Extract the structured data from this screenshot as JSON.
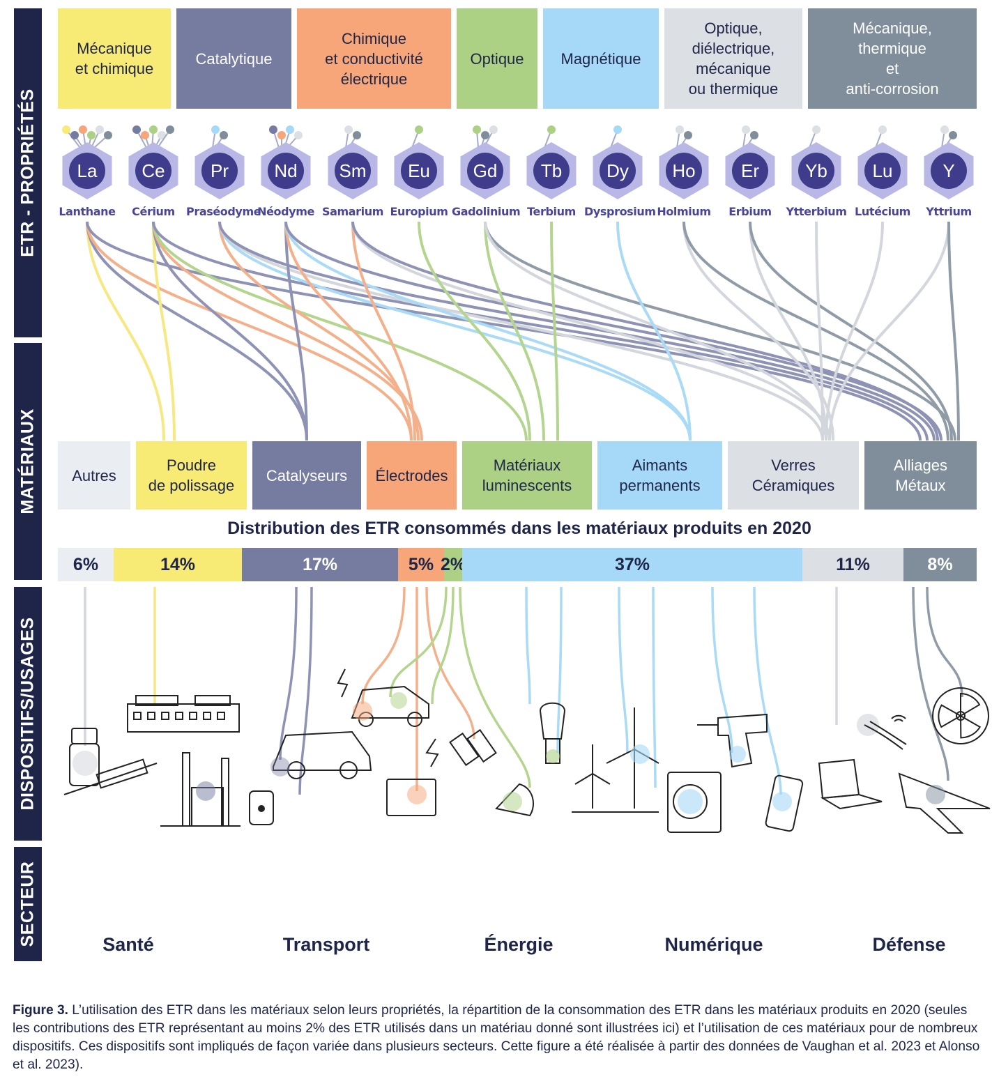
{
  "bands": {
    "etr": "ETR - PROPRIÉTÉS",
    "materiaux": "MATÉRIAUX",
    "dispositifs": "DISPOSITIFS/USAGES",
    "secteur": "SECTEUR"
  },
  "properties": [
    {
      "label": "Mécanique\net chimique",
      "color": "#f7ea75",
      "text_color": "#1e2548"
    },
    {
      "label": "Catalytique",
      "color": "#767ba0",
      "text_color": "#ffffff"
    },
    {
      "label": "Chimique\net conductivité\nélectrique",
      "color": "#f6a679",
      "text_color": "#1e2548"
    },
    {
      "label": "Optique",
      "color": "#acd185",
      "text_color": "#1e2548"
    },
    {
      "label": "Magnétique",
      "color": "#a6d9f7",
      "text_color": "#1e2548"
    },
    {
      "label": "Optique,\ndiélectrique,\nmécanique\nou thermique",
      "color": "#dcdfe4",
      "text_color": "#1e2548"
    },
    {
      "label": "Mécanique,\nthermique\net\nanti-corrosion",
      "color": "#808e9b",
      "text_color": "#ffffff"
    }
  ],
  "elements": [
    {
      "symbol": "La",
      "name": "Lanthane"
    },
    {
      "symbol": "Ce",
      "name": "Cérium"
    },
    {
      "symbol": "Pr",
      "name": "Praséodyme"
    },
    {
      "symbol": "Nd",
      "name": "Néodyme"
    },
    {
      "symbol": "Sm",
      "name": "Samarium"
    },
    {
      "symbol": "Eu",
      "name": "Europium"
    },
    {
      "symbol": "Gd",
      "name": "Gadolinium"
    },
    {
      "symbol": "Tb",
      "name": "Terbium"
    },
    {
      "symbol": "Dy",
      "name": "Dysprosium"
    },
    {
      "symbol": "Ho",
      "name": "Holmium"
    },
    {
      "symbol": "Er",
      "name": "Erbium"
    },
    {
      "symbol": "Yb",
      "name": "Ytterbium"
    },
    {
      "symbol": "Lu",
      "name": "Lutécium"
    },
    {
      "symbol": "Y",
      "name": "Yttrium"
    }
  ],
  "materials": [
    {
      "label": "Autres",
      "color": "#eaedf1",
      "text_color": "#1e2548"
    },
    {
      "label": "Poudre\nde polissage",
      "color": "#f7ea75",
      "text_color": "#1e2548"
    },
    {
      "label": "Catalyseurs",
      "color": "#767ba0",
      "text_color": "#ffffff"
    },
    {
      "label": "Électrodes",
      "color": "#f6a679",
      "text_color": "#1e2548"
    },
    {
      "label": "Matériaux\nluminescents",
      "color": "#acd185",
      "text_color": "#1e2548"
    },
    {
      "label": "Aimants\npermanents",
      "color": "#a6d9f7",
      "text_color": "#1e2548"
    },
    {
      "label": "Verres\nCéramiques",
      "color": "#dcdfe4",
      "text_color": "#1e2548"
    },
    {
      "label": "Alliages\nMétaux",
      "color": "#808e9b",
      "text_color": "#ffffff"
    }
  ],
  "distribution": {
    "title": "Distribution des ETR consommés dans les matériaux produits en 2020",
    "segments": [
      {
        "label": "6%",
        "value": 6,
        "color": "#eaedf1",
        "text_color": "#1e2548"
      },
      {
        "label": "14%",
        "value": 14,
        "color": "#f7ea75",
        "text_color": "#1e2548"
      },
      {
        "label": "17%",
        "value": 17,
        "color": "#767ba0",
        "text_color": "#ffffff"
      },
      {
        "label": "5%",
        "value": 5,
        "color": "#f6a679",
        "text_color": "#1e2548"
      },
      {
        "label": "2%",
        "value": 2,
        "color": "#acd185",
        "text_color": "#1e2548"
      },
      {
        "label": "37%",
        "value": 37,
        "color": "#a6d9f7",
        "text_color": "#1e2548"
      },
      {
        "label": "11%",
        "value": 11,
        "color": "#dcdfe4",
        "text_color": "#1e2548"
      },
      {
        "label": "8%",
        "value": 8,
        "color": "#808e9b",
        "text_color": "#ffffff"
      }
    ]
  },
  "sectors": [
    "Santé",
    "Transport",
    "Énergie",
    "Numérique",
    "Défense"
  ],
  "caption": {
    "prefix": "Figure 3.",
    "text": " L’utilisation des ETR dans les matériaux selon leurs propriétés, la répartition de la consommation des ETR dans les matériaux produits en 2020 (seules les contributions des ETR représentant au moins 2% des ETR utilisés dans un matériau donné sont illustrées ici)  et l’utilisation de ces matériaux pour de nombreux dispositifs. Ces dispositifs sont impliqués de façon variée dans plusieurs secteurs. Cette figure a été réalisée à partir des données de Vaughan et al. 2023 et Alonso et al. 2023)."
  },
  "icons": [
    "vial-icon",
    "syringe-icon",
    "factory-buildings-icon",
    "refinery-icon",
    "oil-barrel-icon",
    "van-icon",
    "electric-car-icon",
    "lightning-icon",
    "car-battery-icon",
    "batteries-icon",
    "led-bulb-icon",
    "cfl-bulb-icon",
    "wind-turbines-icon",
    "washing-machine-icon",
    "drill-icon",
    "smartphone-icon",
    "laptop-icon",
    "fiber-optic-icon",
    "fighter-jet-icon",
    "radiation-icon"
  ]
}
